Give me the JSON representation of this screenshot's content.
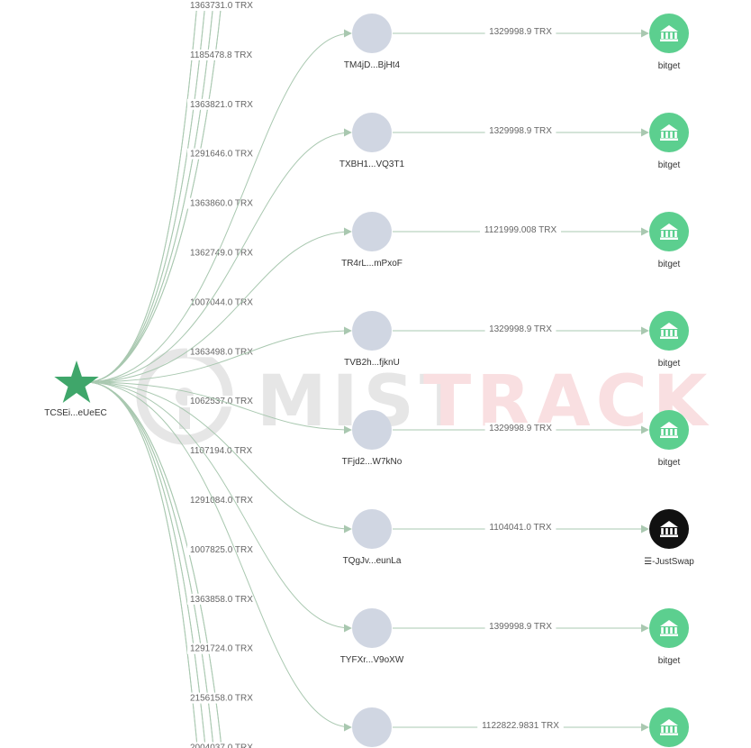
{
  "source": {
    "label": "TCSEi...eUeEC",
    "color": "#3fa66a"
  },
  "watermark": {
    "part1": "MIST",
    "part2": "TRACK"
  },
  "left_amounts": [
    "1363731.0 TRX",
    "1185478.8 TRX",
    "1363821.0 TRX",
    "1291646.0 TRX",
    "1363860.0 TRX",
    "1362749.0 TRX",
    "1007044.0 TRX",
    "1363498.0 TRX",
    "1062537.0 TRX",
    "1107194.0 TRX",
    "1291084.0 TRX",
    "1007825.0 TRX",
    "1363858.0 TRX",
    "1291724.0 TRX",
    "2156158.0 TRX",
    "2004037.0 TRX"
  ],
  "flows": [
    {
      "address": "TM4jD...BjHt4",
      "amount": "1329998.9 TRX",
      "dest": "bitget",
      "dest_color": "#5ccf8f"
    },
    {
      "address": "TXBH1...VQ3T1",
      "amount": "1329998.9 TRX",
      "dest": "bitget",
      "dest_color": "#5ccf8f"
    },
    {
      "address": "TR4rL...mPxoF",
      "amount": "1121999.008 TRX",
      "dest": "bitget",
      "dest_color": "#5ccf8f"
    },
    {
      "address": "TVB2h...fjknU",
      "amount": "1329998.9 TRX",
      "dest": "bitget",
      "dest_color": "#5ccf8f"
    },
    {
      "address": "TFjd2...W7kNo",
      "amount": "1329998.9 TRX",
      "dest": "bitget",
      "dest_color": "#5ccf8f"
    },
    {
      "address": "TQgJv...eunLa",
      "amount": "1104041.0 TRX",
      "dest": "☰-JustSwap",
      "dest_color": "#111111"
    },
    {
      "address": "TYFXr...V9oXW",
      "amount": "1399998.9 TRX",
      "dest": "bitget",
      "dest_color": "#5ccf8f"
    },
    {
      "address": "",
      "amount": "1122822.9831 TRX",
      "dest": "",
      "dest_color": "#5ccf8f"
    }
  ],
  "colors": {
    "edge": "#a9c8b0",
    "intermediate": "#d0d6e2",
    "wm_gray": "#e6e6e6",
    "wm_red": "#f9dfe1"
  },
  "icons": {
    "source": "star-icon",
    "exchange": "bank-icon"
  }
}
